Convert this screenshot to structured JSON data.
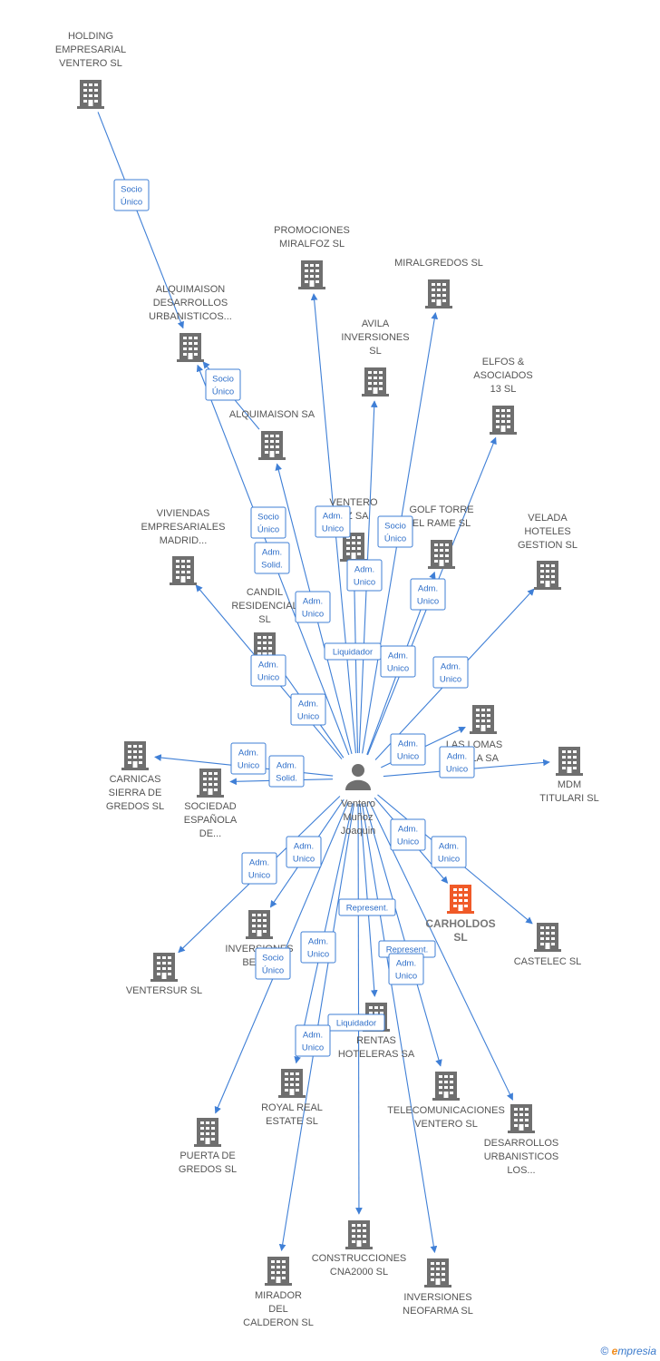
{
  "colors": {
    "edge": "#3f7fd6",
    "building": "#6f6f6f",
    "focus_building": "#f05a28",
    "person": "#6f6f6f"
  },
  "person": {
    "id": "p",
    "lines": [
      "Ventero",
      "Muñoz",
      "Joaquin"
    ],
    "icon": "person-icon"
  },
  "nodes": [
    {
      "id": "holding",
      "lines": [
        "HOLDING",
        "EMPRESARIAL",
        "VENTERO  SL"
      ]
    },
    {
      "id": "alquimaison_des",
      "lines": [
        "ALQUIMAISON",
        "DESARROLLOS",
        "URBANISTICOS..."
      ]
    },
    {
      "id": "promociones",
      "lines": [
        "PROMOCIONES",
        "MIRALFOZ SL"
      ]
    },
    {
      "id": "miralgredos",
      "lines": [
        "MIRALGREDOS SL"
      ]
    },
    {
      "id": "avila",
      "lines": [
        "AVILA",
        "INVERSIONES",
        "SL"
      ]
    },
    {
      "id": "elfos",
      "lines": [
        "ELFOS &",
        "ASOCIADOS",
        "13  SL"
      ]
    },
    {
      "id": "alquimaison_sa",
      "lines": [
        "ALQUIMAISON SA"
      ]
    },
    {
      "id": "ventero_foz",
      "lines": [
        "VENTERO",
        "OZ SA"
      ]
    },
    {
      "id": "golf",
      "lines": [
        "GOLF TORRE",
        "EL RAME SL"
      ]
    },
    {
      "id": "viviendas",
      "lines": [
        "VIVIENDAS",
        "EMPRESARIALES",
        "MADRID..."
      ]
    },
    {
      "id": "velada",
      "lines": [
        "VELADA",
        "HOTELES",
        "GESTION SL"
      ]
    },
    {
      "id": "candil",
      "lines": [
        "CANDIL",
        "RESIDENCIAL",
        "SL"
      ]
    },
    {
      "id": "carnicas",
      "lines": [
        "CARNICAS",
        "SIERRA DE",
        "GREDOS SL"
      ]
    },
    {
      "id": "sociedad",
      "lines": [
        "SOCIEDAD",
        "ESPAÑOLA",
        "DE..."
      ]
    },
    {
      "id": "laslomas",
      "lines": [
        "LAS LOMAS",
        "STILLA SA"
      ]
    },
    {
      "id": "mdm",
      "lines": [
        "MDM",
        "TITULARI SL"
      ]
    },
    {
      "id": "carholdos",
      "lines": [
        "CARHOLDOS",
        "SL"
      ],
      "focus": true
    },
    {
      "id": "castelec",
      "lines": [
        "CASTELEC SL"
      ]
    },
    {
      "id": "inversiones_berka",
      "lines": [
        "INVERSIONES",
        "BERKA"
      ]
    },
    {
      "id": "ventersur",
      "lines": [
        "VENTERSUR SL"
      ]
    },
    {
      "id": "rentas",
      "lines": [
        "RENTAS",
        "HOTELERAS SA"
      ]
    },
    {
      "id": "royal",
      "lines": [
        "ROYAL REAL",
        "ESTATE  SL"
      ]
    },
    {
      "id": "telecom",
      "lines": [
        "TELECOMUNICACIONES",
        "VENTERO SL"
      ]
    },
    {
      "id": "desarrollos_los",
      "lines": [
        "DESARROLLOS",
        "URBANISTICOS",
        "LOS..."
      ]
    },
    {
      "id": "puerta",
      "lines": [
        "PUERTA DE",
        "GREDOS SL"
      ]
    },
    {
      "id": "construcciones",
      "lines": [
        "CONSTRUCCIONES",
        "CNA2000 SL"
      ]
    },
    {
      "id": "mirador",
      "lines": [
        "MIRADOR",
        "DEL",
        "CALDERON SL"
      ]
    },
    {
      "id": "neofarma",
      "lines": [
        "INVERSIONES",
        "NEOFARMA SL"
      ]
    }
  ],
  "edges": [
    {
      "from": "holding",
      "to": "alquimaison_des",
      "label": [
        "Socio",
        "Único"
      ]
    },
    {
      "from": "alquimaison_sa",
      "to": "alquimaison_des",
      "label": [
        "Socio",
        "Único"
      ]
    },
    {
      "from": "p",
      "to": "alquimaison_des",
      "label": [
        "Socio",
        "Único"
      ]
    },
    {
      "from": "p",
      "to": "promociones",
      "label": [
        "Adm.",
        "Unico"
      ]
    },
    {
      "from": "p",
      "to": "miralgredos",
      "label": [
        "Adm.",
        "Unico"
      ]
    },
    {
      "from": "p",
      "to": "avila",
      "label": [
        "Adm.",
        "Unico"
      ]
    },
    {
      "from": "p",
      "to": "elfos",
      "label": [
        "Adm.",
        "Unico"
      ]
    },
    {
      "from": "p",
      "to": "alquimaison_sa",
      "label": [
        "Adm.",
        "Solid."
      ]
    },
    {
      "from": "p",
      "to": "ventero_foz",
      "label": [
        "Socio",
        "Único"
      ]
    },
    {
      "from": "p",
      "to": "golf",
      "label": [
        "Liquidador"
      ]
    },
    {
      "from": "p",
      "to": "viviendas",
      "label": [
        "Adm.",
        "Unico"
      ]
    },
    {
      "from": "p",
      "to": "velada",
      "label": [
        "Adm.",
        "Unico"
      ]
    },
    {
      "from": "p",
      "to": "candil",
      "label": [
        "Adm.",
        "Unico"
      ]
    },
    {
      "from": "p",
      "to": "carnicas",
      "label": [
        "Adm.",
        "Unico"
      ]
    },
    {
      "from": "p",
      "to": "sociedad",
      "label": [
        "Adm.",
        "Solid."
      ]
    },
    {
      "from": "p",
      "to": "laslomas",
      "label": [
        "Adm.",
        "Unico"
      ]
    },
    {
      "from": "p",
      "to": "mdm",
      "label": [
        "Adm.",
        "Unico"
      ]
    },
    {
      "from": "p",
      "to": "carholdos",
      "label": [
        "Adm.",
        "Unico"
      ]
    },
    {
      "from": "p",
      "to": "castelec",
      "label": [
        "Adm.",
        "Unico"
      ]
    },
    {
      "from": "p",
      "to": "inversiones_berka",
      "label": [
        "Adm.",
        "Unico"
      ]
    },
    {
      "from": "p",
      "to": "ventersur",
      "label": [
        "Adm.",
        "Unico"
      ]
    },
    {
      "from": "p",
      "to": "rentas",
      "label": [
        "Represent."
      ]
    },
    {
      "from": "p",
      "to": "royal",
      "label": [
        "Adm.",
        "Unico"
      ]
    },
    {
      "from": "p",
      "to": "telecom",
      "label": [
        "Represent."
      ]
    },
    {
      "from": "p",
      "to": "desarrollos_los",
      "label": [
        "Socio",
        "Único"
      ]
    },
    {
      "from": "p",
      "to": "puerta",
      "label": [
        "Adm.",
        "Unico"
      ]
    },
    {
      "from": "p",
      "to": "construcciones",
      "label": [
        "Liquidador"
      ]
    },
    {
      "from": "p",
      "to": "mirador",
      "label": [
        "Adm.",
        "Unico"
      ]
    },
    {
      "from": "p",
      "to": "neofarma",
      "label": [
        "Adm.",
        "Unico"
      ]
    }
  ],
  "footer": {
    "copyright": "©",
    "brand_initial": "e",
    "brand_rest": "mpresia"
  }
}
